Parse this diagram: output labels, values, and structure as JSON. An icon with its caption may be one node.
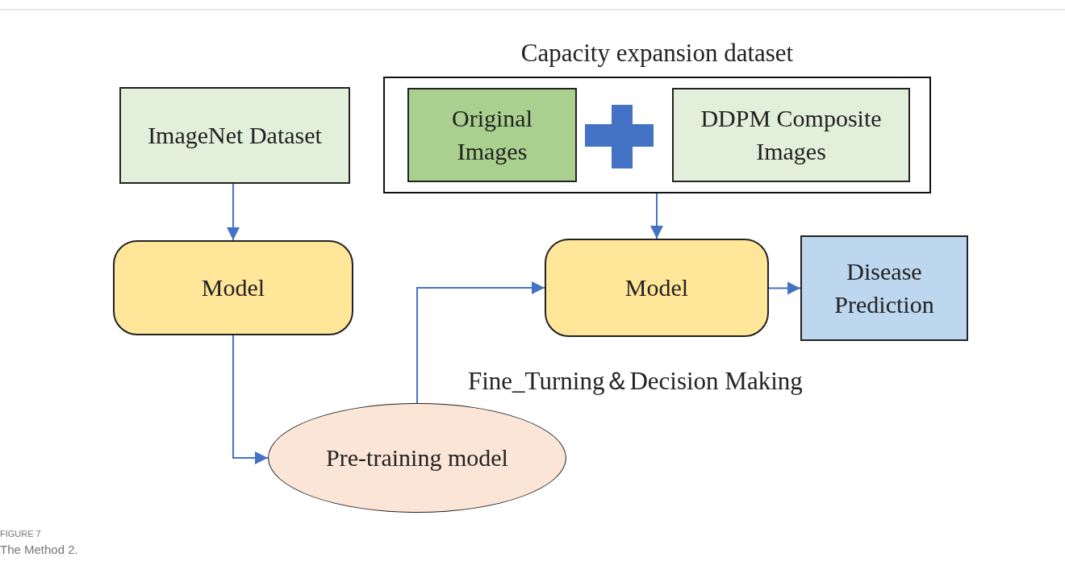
{
  "diagram": {
    "title": "FIGURE 7",
    "caption": "The Method 2.",
    "nodes": [
      {
        "text": [
          "ImageNet Dataset"
        ]
      },
      {
        "text": [
          "Model"
        ]
      },
      {
        "text": [
          "Pre-training model"
        ]
      },
      {
        "text": [
          "Capacity expansion dataset"
        ]
      },
      {
        "text": [
          "Original Images"
        ],
        "in": 3
      },
      {
        "text": [
          "DDPM Composite Images"
        ],
        "in": 3
      },
      {
        "text": [
          "Model"
        ]
      },
      {
        "text": [
          "Disease Prediction"
        ]
      }
    ],
    "edges": [
      {
        "from": 0,
        "to": 1,
        "arrow": "to"
      },
      {
        "from": 1,
        "to": 2,
        "arrow": "to"
      },
      {
        "from": 2,
        "to": 6,
        "arrow": "to"
      },
      {
        "from": 3,
        "to": 6,
        "arrow": "to"
      },
      {
        "from": 6,
        "to": 7,
        "arrow": "to"
      }
    ],
    "labels": [
      "Fine_Turning＆Decision Making"
    ]
  }
}
